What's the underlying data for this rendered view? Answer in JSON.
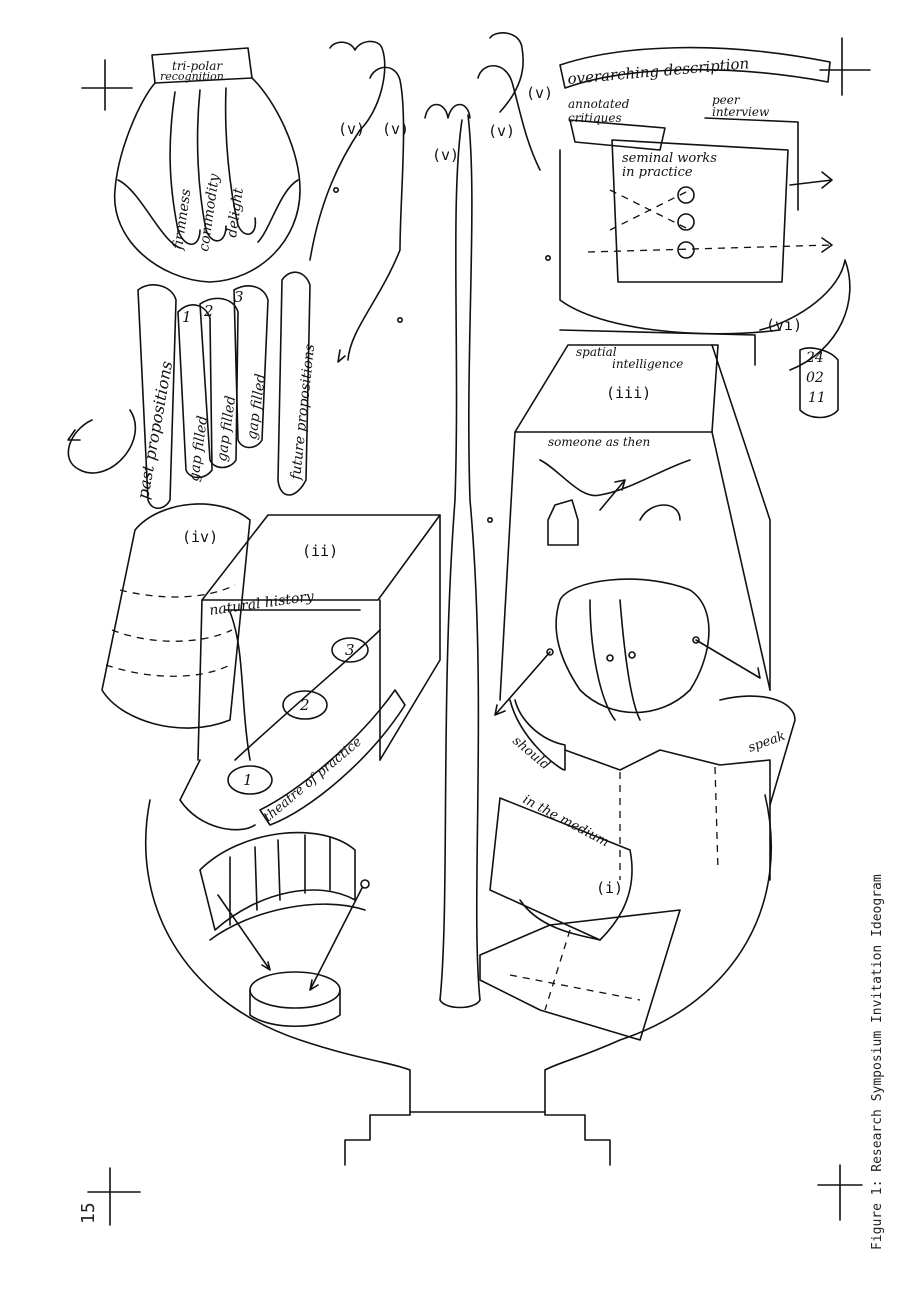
{
  "page": {
    "number": "15",
    "caption": "Figure 1: Research Symposium Invitation Ideogram",
    "accent_color": "#111111"
  },
  "ideogram": {
    "section_numerals": {
      "i": "(i)",
      "ii": "(ii)",
      "iii": "(iii)",
      "iv": "(iv)",
      "v": "(v)",
      "vi": "(vi)"
    },
    "labels": {
      "tri_polar_a": "tri-polar",
      "tri_polar_b": "recognition",
      "firmness": "firmness",
      "commodity": "commodity",
      "delight": "delight",
      "past_propositions": "past propositions",
      "gap_filled": "gap filled",
      "future_propositions": "future propositions",
      "num_1": "1",
      "num_2": "2",
      "num_3": "3",
      "natural_history": "natural history",
      "theatre_of_practice": "theatre of practice",
      "overarching_description": "overarching description",
      "annotated_a": "annotated",
      "annotated_b": "critiques",
      "peer_a": "peer",
      "peer_b": "interview",
      "seminal_a": "seminal works",
      "seminal_b": "in practice",
      "spatial_a": "spatial",
      "spatial_b": "intelligence",
      "someone": "someone as then",
      "should": "should",
      "speak": "speak",
      "in_the_medium": "in the medium",
      "date_day": "24",
      "date_month": "02",
      "date_year": "11"
    }
  }
}
